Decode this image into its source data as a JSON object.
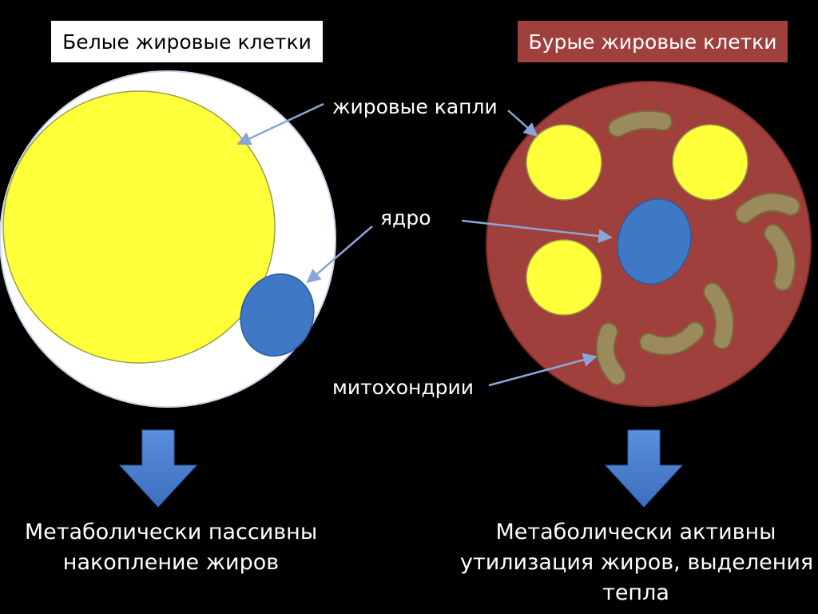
{
  "titles": {
    "white_cells": "Белые жировые клетки",
    "brown_cells": "Бурые жировые клетки"
  },
  "labels": {
    "fat_droplets": "жировые капли",
    "nucleus": "ядро",
    "mitochondria": "митохондрии"
  },
  "captions": {
    "left": [
      "Метаболически пассивны",
      "накопление жиров"
    ],
    "right": [
      "Метаболически активны",
      "утилизация жиров, выделения",
      "тепла"
    ]
  },
  "colors": {
    "background": "#000000",
    "white_cell": "#ffffff",
    "brown_cell": "#a0403c",
    "fat_droplet": "#ffff3a",
    "nucleus": "#3f78c4",
    "mitochondria": "#9a8a5c",
    "arrow": "#4a7fcf",
    "pointer": "#8aa6d8"
  }
}
